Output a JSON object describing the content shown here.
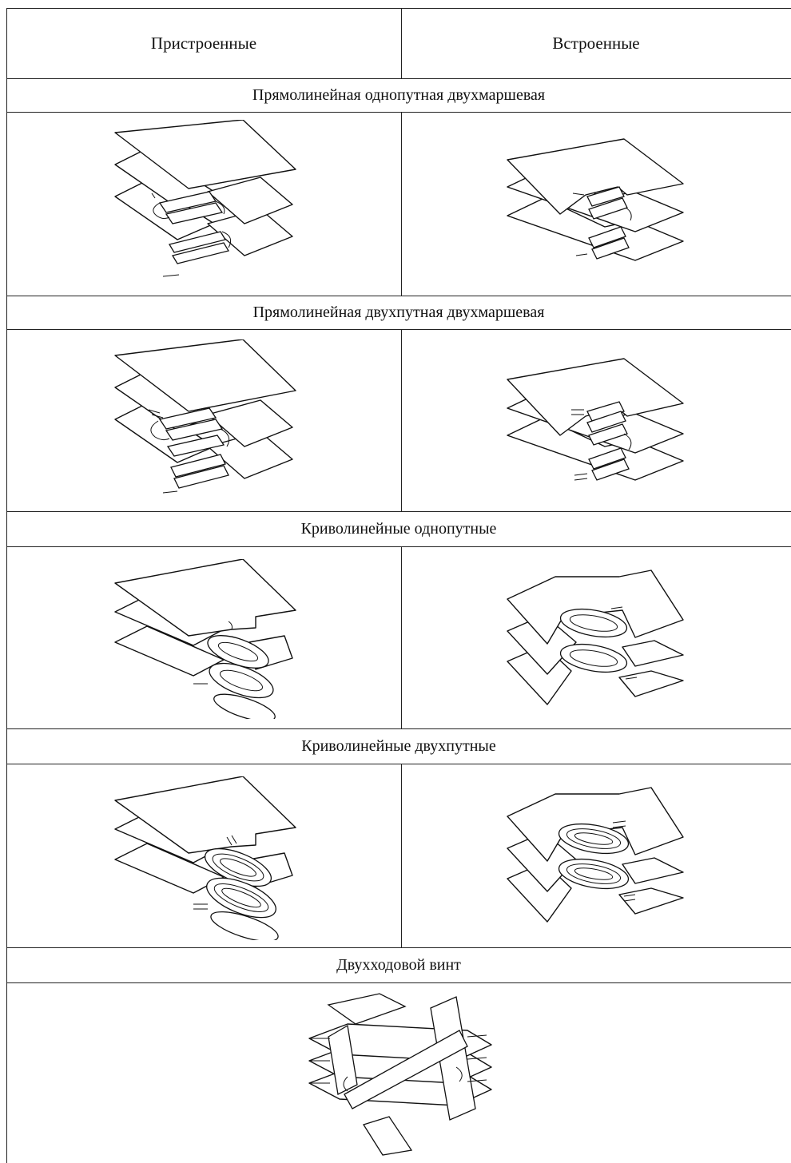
{
  "header": {
    "col_left": "Пристроенные",
    "col_right": "Встроенные"
  },
  "sections": [
    {
      "title": "Прямолинейная однопутная двухмаршевая"
    },
    {
      "title": "Прямолинейная двухпутная двухмаршевая"
    },
    {
      "title": "Криволинейные однопутные"
    },
    {
      "title": "Криволинейные двухпутные"
    },
    {
      "title": "Двухходовой винт"
    }
  ]
}
